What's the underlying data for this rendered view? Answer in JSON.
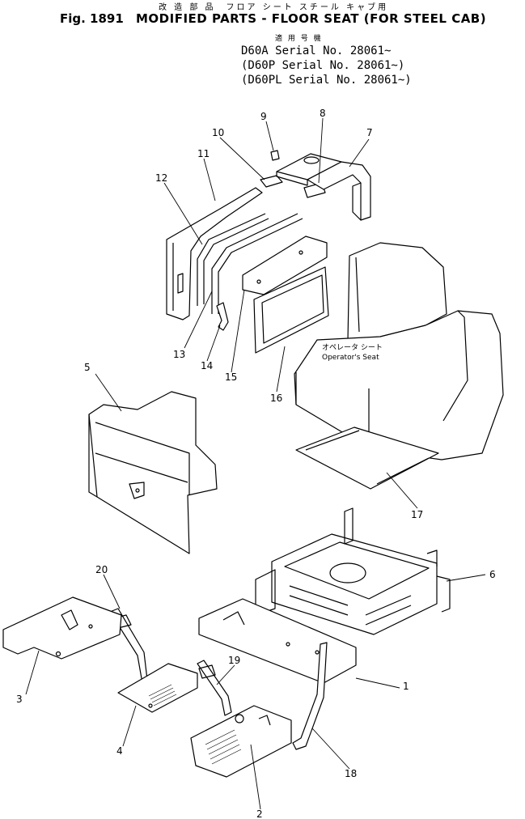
{
  "header": {
    "jp_title": "改 造 部 品　フロア シート スチール キャブ用",
    "fig_number": "Fig. 1891",
    "fig_title": "MODIFIED PARTS - FLOOR SEAT (FOR STEEL CAB)",
    "applicability_jp": "適 用 号 機",
    "serials": [
      "D60A  Serial No. 28061~",
      "(D60P  Serial No. 28061~)",
      "(D60PL Serial No. 28061~)"
    ]
  },
  "seat_label": {
    "jp": "オペレータ シート",
    "en": "Operator's Seat"
  },
  "callouts": [
    "1",
    "2",
    "3",
    "4",
    "5",
    "6",
    "7",
    "8",
    "9",
    "10",
    "11",
    "12",
    "13",
    "14",
    "15",
    "16",
    "17",
    "18",
    "19",
    "20"
  ]
}
